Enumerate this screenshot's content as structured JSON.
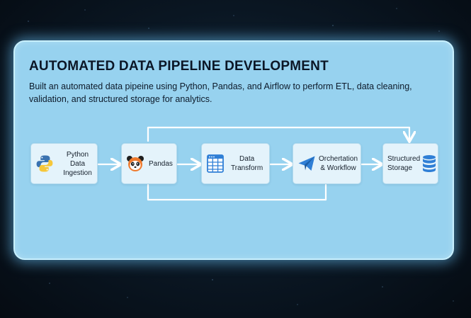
{
  "title": "AUTOMATED DATA PIPELINE DEVELOPMENT",
  "description": "Built an automated data pipeine using Python, Pandas, and Airflow to perform ETL, data cleaning, validation, and structured storage for analytics.",
  "nodes": [
    {
      "id": "python",
      "line1": "Python",
      "line2": "Data Ingestion",
      "icon": "python-logo-icon"
    },
    {
      "id": "pandas",
      "line1": "Pandas",
      "line2": "",
      "icon": "pandas-logo-icon"
    },
    {
      "id": "transform",
      "line1": "Data",
      "line2": "Transform",
      "icon": "table-grid-icon"
    },
    {
      "id": "orchestration",
      "line1": "Orchertation",
      "line2": "& Workflow",
      "icon": "paper-plane-icon"
    },
    {
      "id": "storage",
      "line1": "Structured",
      "line2": "Storage",
      "icon": "database-icon"
    }
  ],
  "colors": {
    "panel": "#97d2ef",
    "node": "#e4f3fb",
    "connector": "#ffffff",
    "accent_blue": "#2f7fd6"
  }
}
